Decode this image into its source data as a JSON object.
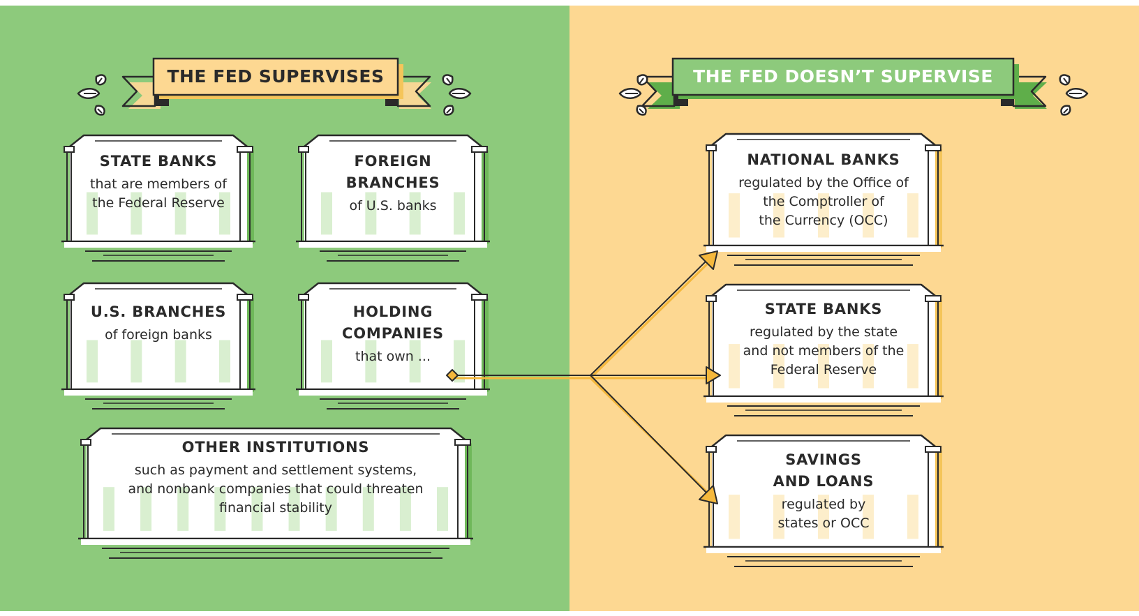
{
  "left_banner": {
    "title": "THE FED SUPERVISES"
  },
  "right_banner": {
    "title": "THE FED DOESN’T SUPERVISE"
  },
  "supervised": {
    "state_banks": {
      "title": "STATE BANKS",
      "sub": "that are members of\nthe Federal Reserve"
    },
    "foreign_branches": {
      "title": "FOREIGN\nBRANCHES",
      "sub": "of U.S. banks"
    },
    "us_branches": {
      "title": "U.S. BRANCHES",
      "sub": "of foreign banks"
    },
    "holding_companies": {
      "title": "HOLDING\nCOMPANIES",
      "sub": "that own ..."
    },
    "other_institutions": {
      "title": "OTHER INSTITUTIONS",
      "sub": "such as payment and settlement systems,\nand nonbank companies that could threaten\nfinancial stability"
    }
  },
  "not_supervised": {
    "national_banks": {
      "title": "NATIONAL BANKS",
      "sub": "regulated by the Office of\nthe Comptroller of\nthe Currency (OCC)"
    },
    "state_banks": {
      "title": "STATE BANKS",
      "sub": "regulated by the state\nand not members of the\nFederal Reserve"
    },
    "savings_and_loans": {
      "title": "SAVINGS\nAND LOANS",
      "sub": "regulated by\nstates or OCC"
    }
  },
  "colors": {
    "green": "#8dca7c",
    "green_dark": "#6fb85a",
    "yellow": "#fdd892",
    "yellow_dark": "#f5c55a",
    "arrow": "#f5b83c",
    "ink": "#2a2a2a"
  }
}
